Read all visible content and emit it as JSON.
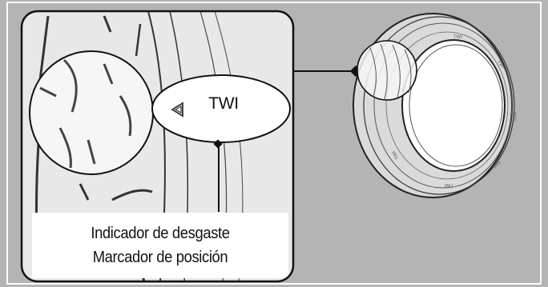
{
  "callout": {
    "twi_label": "TWI"
  },
  "captions": {
    "line1": "Indicador de desgaste",
    "line2": "Marcador de posición"
  },
  "tire_markings": [
    "TWI",
    "TWI",
    "TWI",
    "TWI",
    "TWI",
    "TWI"
  ],
  "colors": {
    "background": "#b4b4b4",
    "panel": "#e9e9e9",
    "lines": "#1a1a1a"
  }
}
